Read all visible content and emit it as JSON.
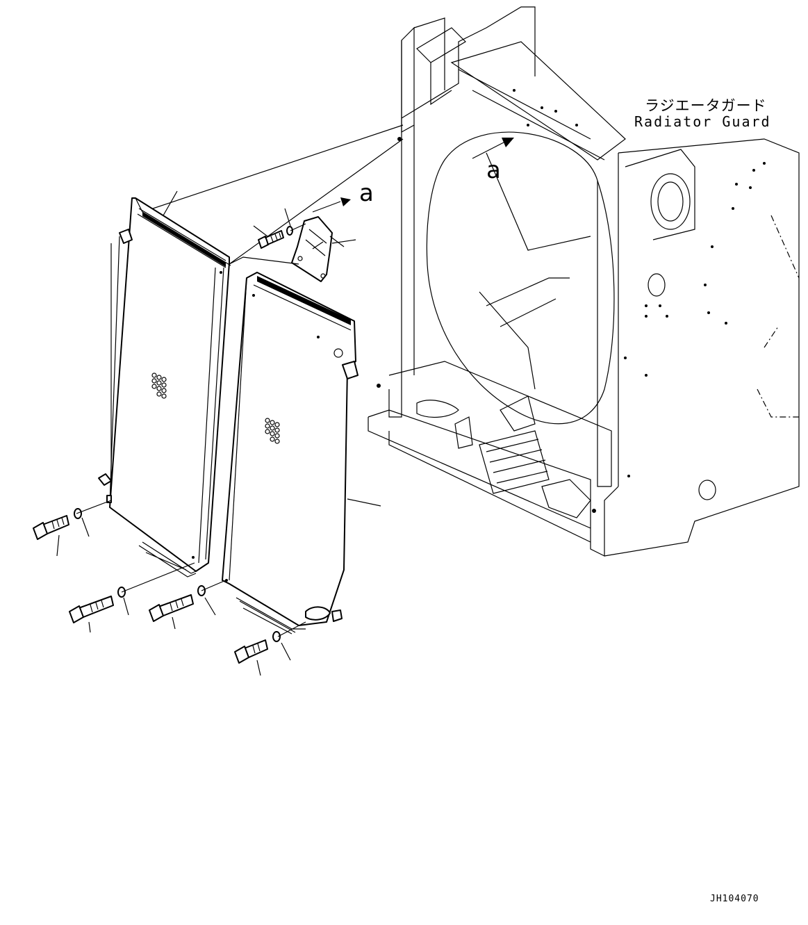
{
  "labels": {
    "radiator_guard_jp": "ラジエータガード",
    "radiator_guard_en": "Radiator Guard",
    "view_ref_upper": "a",
    "view_ref_lower": "a",
    "drawing_number": "JH104070"
  }
}
